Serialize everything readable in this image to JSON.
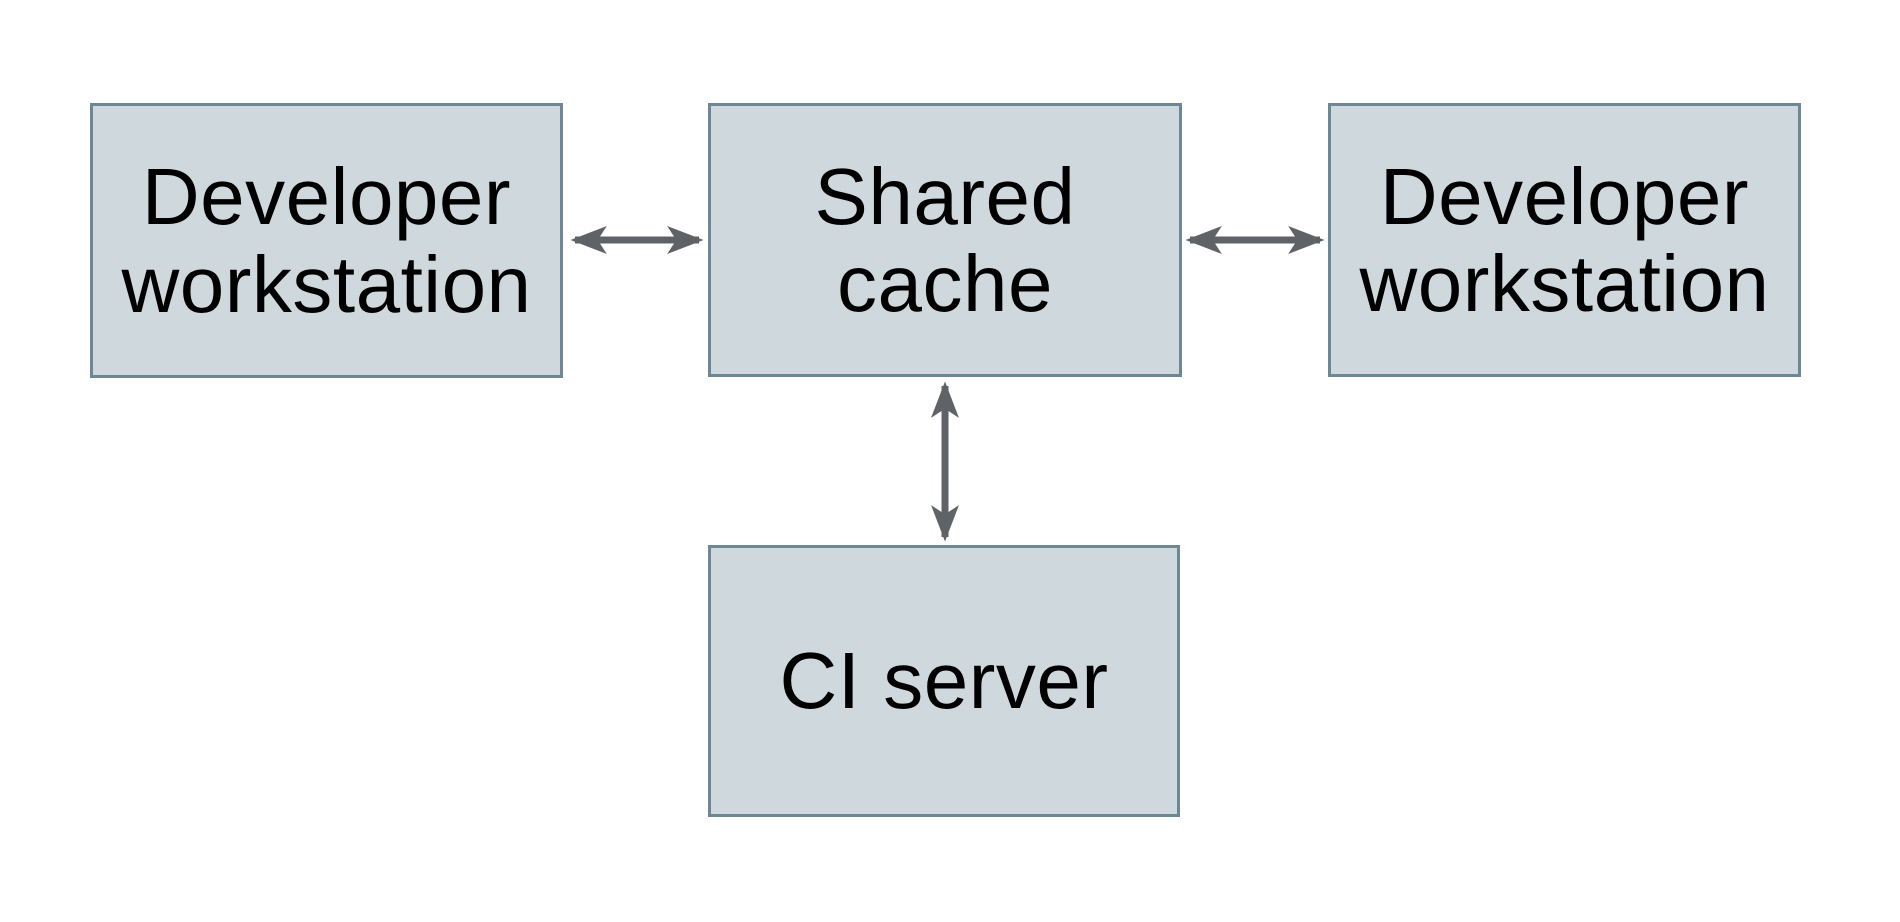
{
  "diagram": {
    "type": "architecture-diagram",
    "colors": {
      "page_bg": "#ffffff",
      "node_fill": "#cfd8dc",
      "node_border": "#6e8794",
      "arrow_color": "#5f6368",
      "text_color": "#000000"
    },
    "nodes": [
      {
        "id": "developer-workstation-left",
        "label": "Developer\nworkstation"
      },
      {
        "id": "shared-cache",
        "label": "Shared\ncache"
      },
      {
        "id": "developer-workstation-right",
        "label": "Developer\nworkstation"
      },
      {
        "id": "ci-server",
        "label": "CI server"
      }
    ],
    "edges": [
      {
        "from": "developer-workstation-left",
        "to": "shared-cache",
        "direction": "bidirectional"
      },
      {
        "from": "shared-cache",
        "to": "developer-workstation-right",
        "direction": "bidirectional"
      },
      {
        "from": "shared-cache",
        "to": "ci-server",
        "direction": "bidirectional"
      }
    ]
  }
}
